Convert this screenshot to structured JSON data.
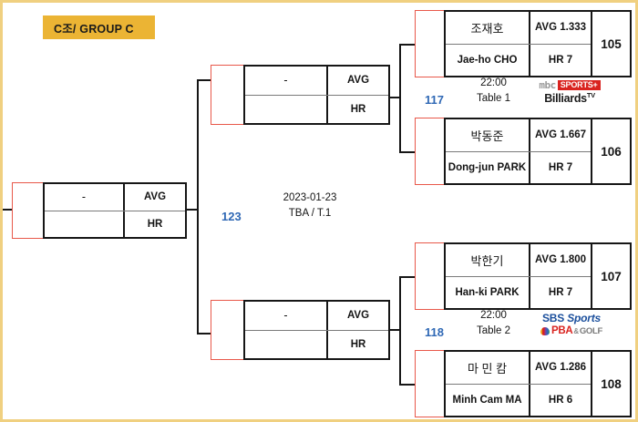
{
  "title": {
    "group_label": "C조/ GROUP C"
  },
  "colors": {
    "frame": "#f0d080",
    "badge": "#ebb434",
    "match_number": "#2f68b5",
    "slot_border": "#e8584a",
    "card_border": "#161616"
  },
  "labels": {
    "avg": "AVG",
    "hr": "HR",
    "empty": "-"
  },
  "matches": [
    {
      "number": "117",
      "time": "22:00",
      "table": "Table 1",
      "broadcaster": "mbc-sports-billiards-tv",
      "players": [
        {
          "name_ko": "조재호",
          "name_en": "Jae-ho CHO",
          "avg": "AVG 1.333",
          "hr": "HR 7",
          "seed": "105"
        },
        {
          "name_ko": "박동준",
          "name_en": "Dong-jun PARK",
          "avg": "AVG 1.667",
          "hr": "HR 7",
          "seed": "106"
        }
      ]
    },
    {
      "number": "118",
      "time": "22:00",
      "table": "Table 2",
      "broadcaster": "sbs-sports-pba-golf",
      "players": [
        {
          "name_ko": "박한기",
          "name_en": "Han-ki PARK",
          "avg": "AVG 1.800",
          "hr": "HR 7",
          "seed": "107"
        },
        {
          "name_ko": "마 민 캄",
          "name_en": "Minh Cam MA",
          "avg": "AVG 1.286",
          "hr": "HR 6",
          "seed": "108"
        }
      ]
    }
  ],
  "semifinals": [
    {
      "name": "-",
      "avg": "AVG",
      "hr": "HR"
    },
    {
      "name": "-",
      "avg": "AVG",
      "hr": "HR"
    }
  ],
  "final": {
    "number": "123",
    "date": "2023-01-23",
    "table": "TBA / T.1",
    "winner": {
      "name": "-",
      "avg": "AVG",
      "hr": "HR"
    }
  },
  "logos": {
    "mbc": {
      "mark": "mbc",
      "sports": "SPORTS+",
      "billiards": "Billiards",
      "tv": "TV"
    },
    "sbs": {
      "sbs": "SBS",
      "sports": "Sports",
      "pba": "PBA",
      "amp": "&",
      "golf": "GOLF"
    }
  }
}
